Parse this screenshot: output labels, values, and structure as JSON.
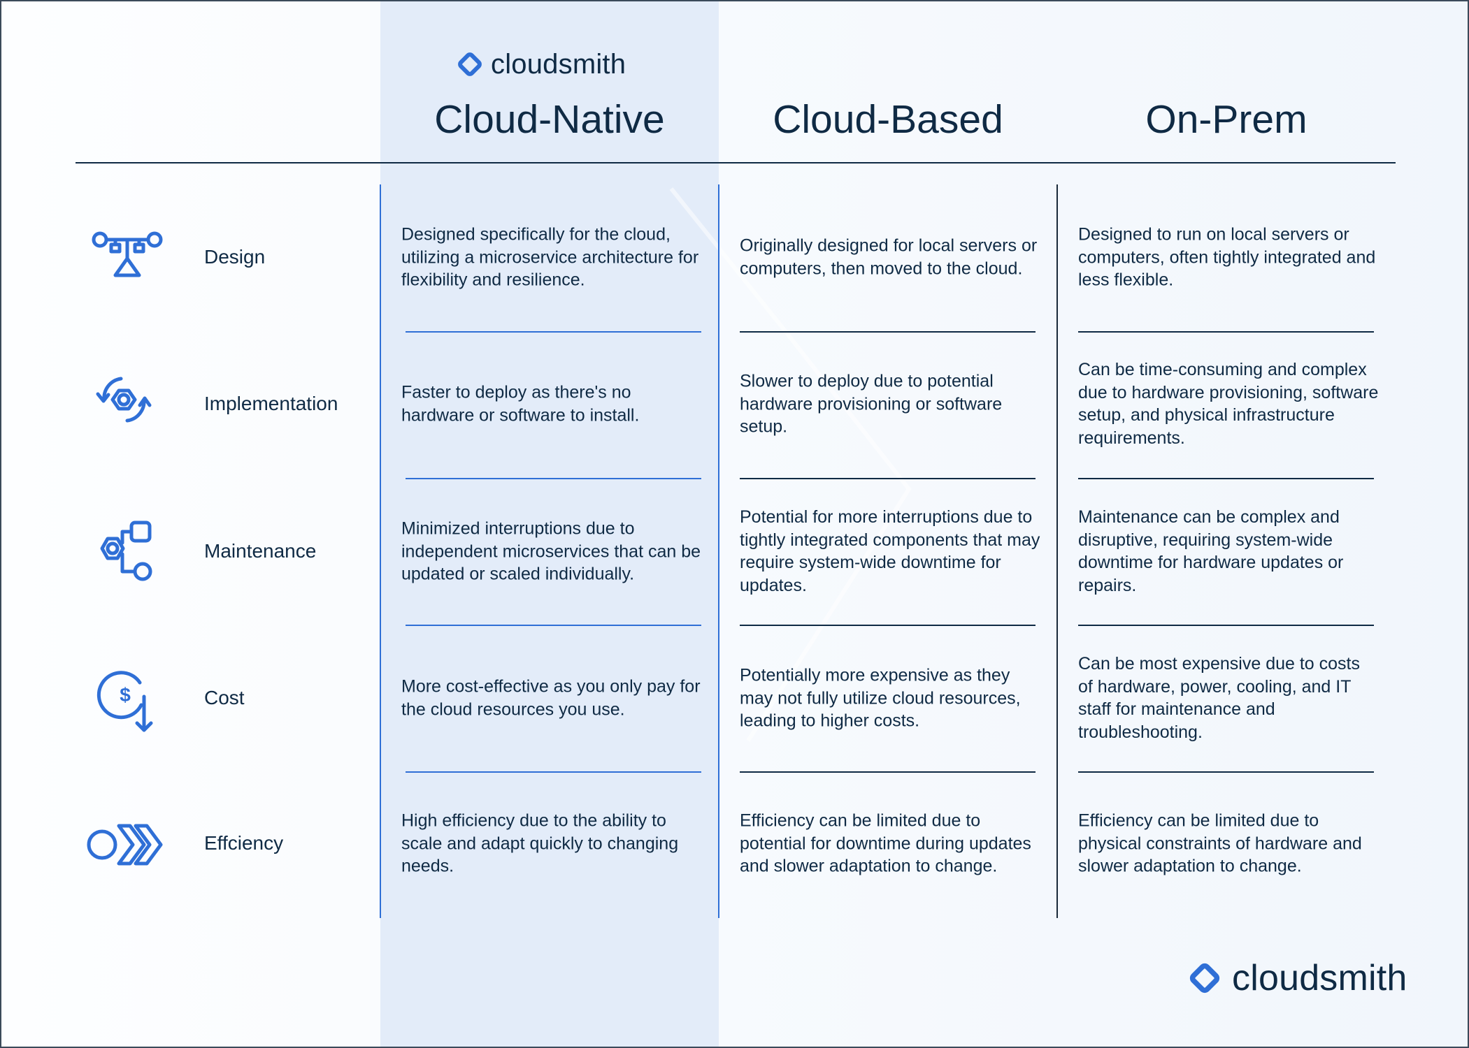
{
  "brand": {
    "name": "cloudsmith",
    "accent_color": "#2f6fd6",
    "text_color": "#0f2a44"
  },
  "columns": [
    "Cloud-Native",
    "Cloud-Based",
    "On-Prem"
  ],
  "rows": [
    {
      "label": "Design",
      "icon": "design-icon",
      "cells": [
        "Designed specifically for the cloud, utilizing a microservice architecture for flexibility and resilience.",
        "Originally designed for local servers or computers, then moved to the cloud.",
        "Designed to run on local servers or computers, often tightly integrated and less flexible."
      ]
    },
    {
      "label": "Implementation",
      "icon": "implementation-icon",
      "cells": [
        "Faster to deploy as there's no hardware or software to install.",
        "Slower to deploy due to potential hardware provisioning or software setup.",
        "Can be time-consuming and complex due to hardware provisioning, software setup, and physical infrastructure requirements."
      ]
    },
    {
      "label": "Maintenance",
      "icon": "maintenance-icon",
      "cells": [
        "Minimized interruptions due to independent microservices that can be updated or scaled individually.",
        "Potential for more interruptions due to tightly integrated components that may require system-wide downtime for updates.",
        "Maintenance can be complex and disruptive, requiring system-wide downtime for hardware updates or repairs."
      ]
    },
    {
      "label": "Cost",
      "icon": "cost-icon",
      "cells": [
        "More cost-effective as you only pay for the cloud resources you use.",
        "Potentially more expensive as they may not fully utilize cloud resources, leading to higher costs.",
        "Can be most expensive due to costs of hardware, power, cooling, and IT staff for maintenance and troubleshooting."
      ]
    },
    {
      "label": "Effciency",
      "icon": "efficiency-icon",
      "cells": [
        "High efficiency due to the ability to scale and adapt quickly to changing needs.",
        "Efficiency can be limited due to potential for downtime during updates and slower adaptation to change.",
        "Efficiency can be limited due to physical constraints of hardware and slower adaptation to change."
      ]
    }
  ]
}
